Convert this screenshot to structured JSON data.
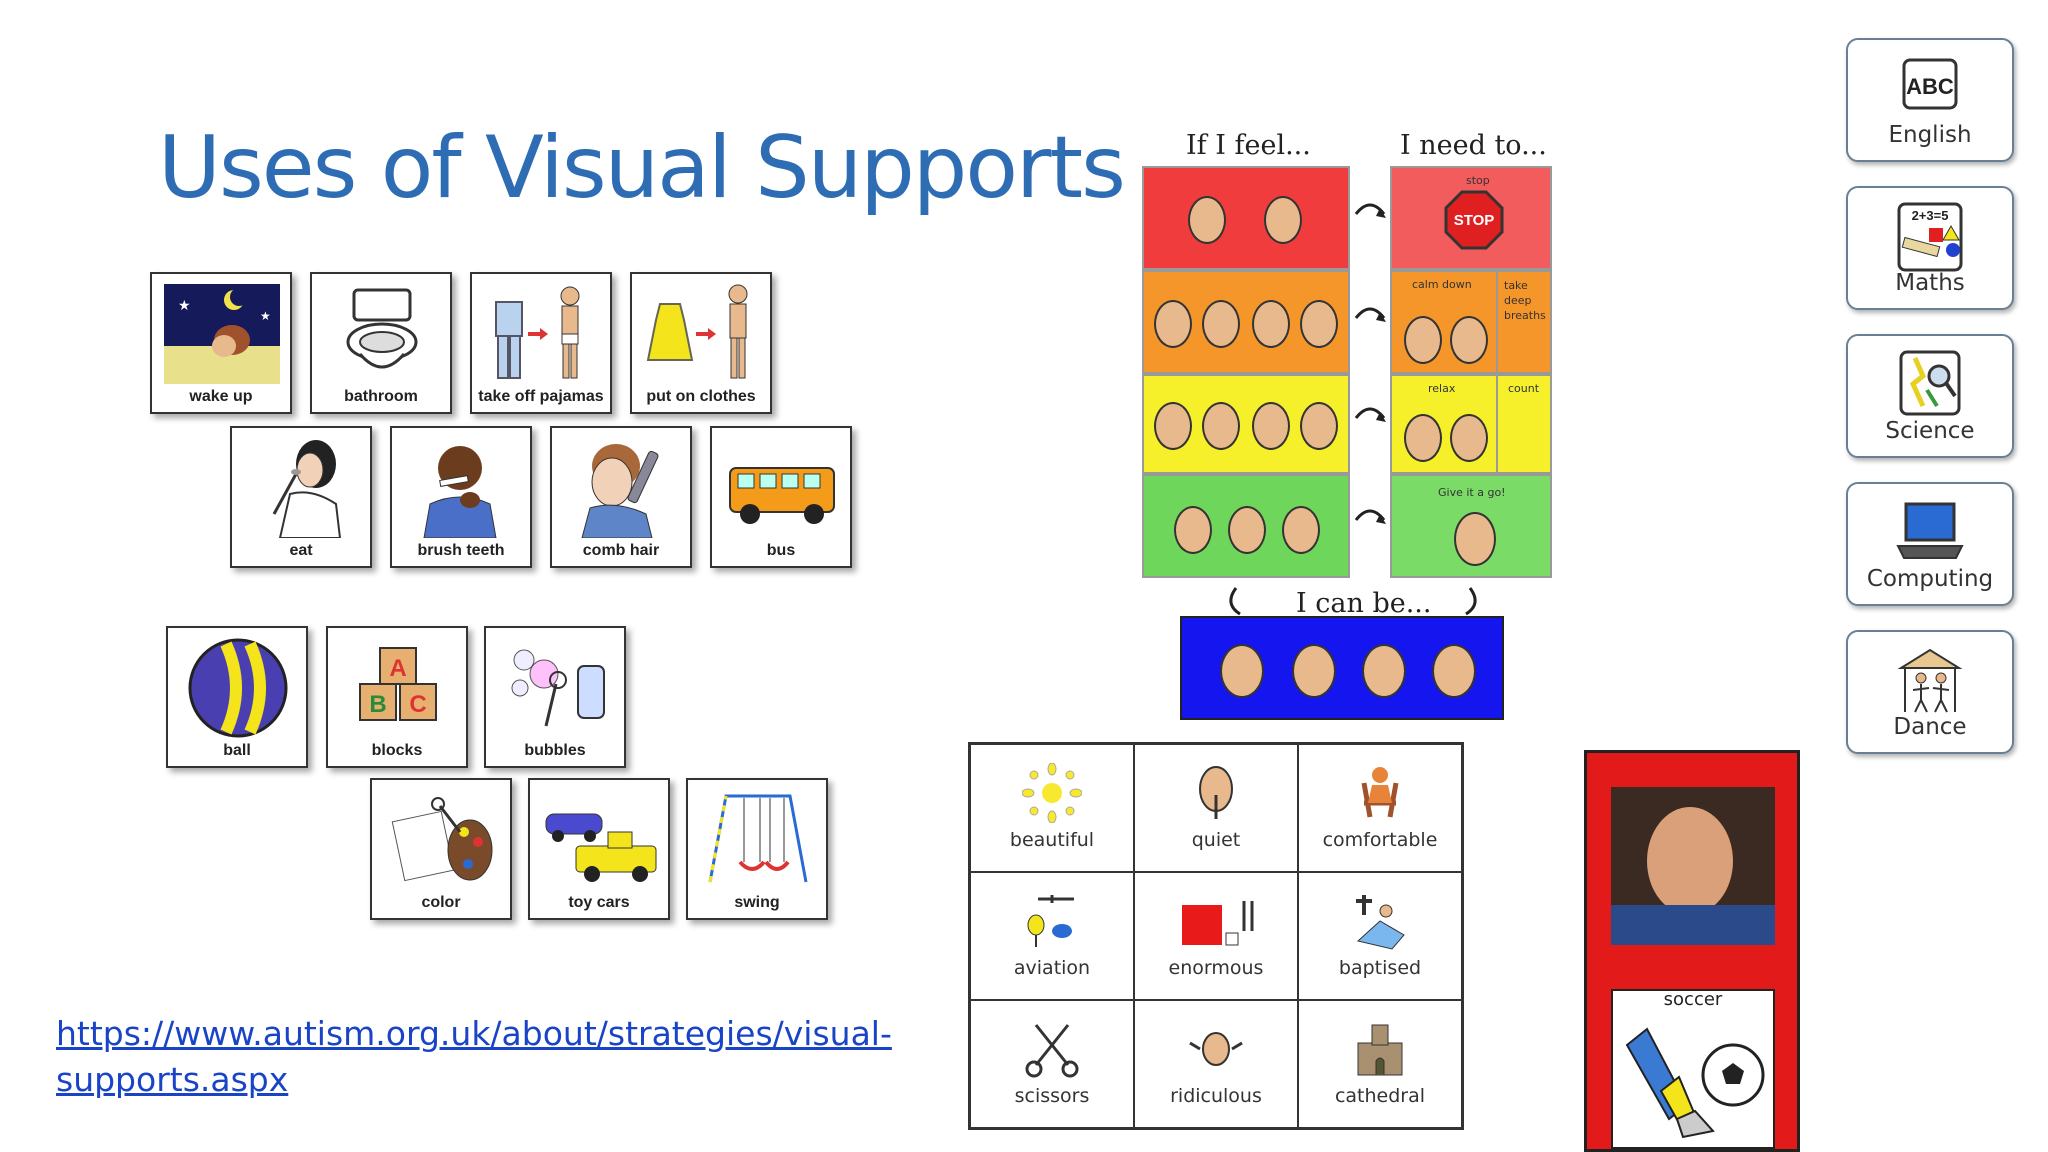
{
  "slide": {
    "title": "Uses of Visual Supports",
    "link_line1": "https://www.autism.org.uk/about/strategies/visual-",
    "link_line2": "supports.aspx"
  },
  "routine_cards": [
    {
      "label": "wake up"
    },
    {
      "label": "bathroom"
    },
    {
      "label": "take off pajamas"
    },
    {
      "label": "put on clothes"
    },
    {
      "label": "eat"
    },
    {
      "label": "brush teeth"
    },
    {
      "label": "comb hair"
    },
    {
      "label": "bus"
    }
  ],
  "play_cards": [
    {
      "label": "ball"
    },
    {
      "label": "blocks"
    },
    {
      "label": "bubbles"
    },
    {
      "label": "color"
    },
    {
      "label": "toy cars"
    },
    {
      "label": "swing"
    }
  ],
  "emotion_chart": {
    "header_feel": "If I feel...",
    "header_need": "I need to...",
    "footer": "I can be...",
    "stop_small": "stop",
    "stop_sign": "STOP",
    "calm_down": "calm down",
    "deep_breaths": "take deep breaths",
    "relax": "relax",
    "count": "count",
    "give_it_a_go": "Give it a go!",
    "colors": {
      "red": "#f03c3c",
      "orange": "#f5962a",
      "yellow": "#f6f02a",
      "green": "#6ed65a",
      "blue": "#1515f0"
    }
  },
  "vocab": [
    {
      "word": "beautiful"
    },
    {
      "word": "quiet"
    },
    {
      "word": "comfortable"
    },
    {
      "word": "aviation"
    },
    {
      "word": "enormous"
    },
    {
      "word": "baptised"
    },
    {
      "word": "scissors"
    },
    {
      "word": "ridiculous"
    },
    {
      "word": "cathedral"
    }
  ],
  "soccer_card": {
    "label": "soccer"
  },
  "subjects": [
    {
      "label": "English",
      "icon_text": "ABC"
    },
    {
      "label": "Maths",
      "icon_text": "2+3=5"
    },
    {
      "label": "Science"
    },
    {
      "label": "Computing"
    },
    {
      "label": "Dance"
    }
  ]
}
